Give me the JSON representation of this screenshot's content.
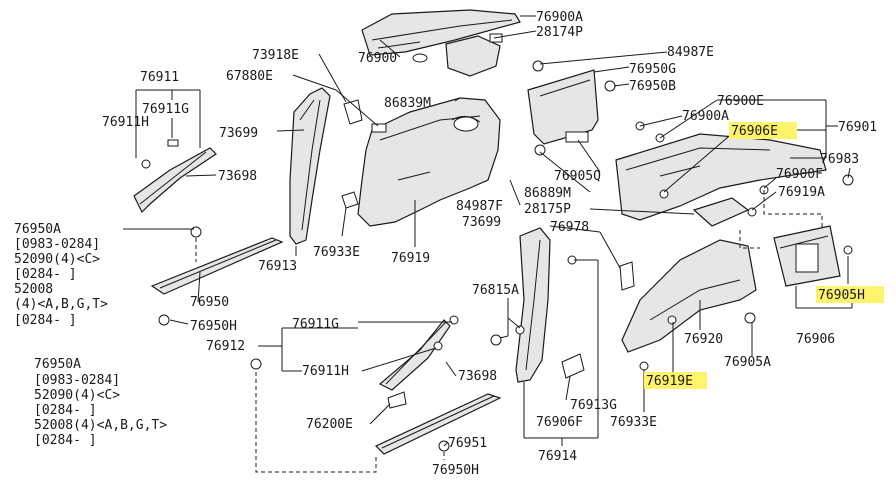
{
  "colors": {
    "highlight": "#fff36b",
    "ink": "#1a1a1a",
    "background": "#ffffff"
  },
  "labels": {
    "p76900A_top": "76900A",
    "p28174P": "28174P",
    "p73918E": "73918E",
    "p67880E": "67880E",
    "p76900": "76900",
    "p86839M": "86839M",
    "p84987E_top": "84987E",
    "p76950G": "76950G",
    "p76950B": "76950B",
    "p76911": "76911",
    "p76911G_top": "76911G",
    "p76911H_top": "76911H",
    "p73699_top": "73699",
    "p73698_top": "73698",
    "p76900E": "76900E",
    "p76900A_right": "76900A",
    "p76906E": "76906E",
    "p76901": "76901",
    "p76983": "76983",
    "p76900F": "76900F",
    "p76919A": "76919A",
    "p76905Q": "76905Q",
    "p86889M": "86889M",
    "p84987F": "84987F",
    "p28175P": "28175P",
    "p73699_mid": "73699",
    "p76978": "76978",
    "p76933E_mid": "76933E",
    "p76919": "76919",
    "p76913": "76913",
    "p76950": "76950",
    "p76950H_top": "76950H",
    "p76815A": "76815A",
    "p76911G_low": "76911G",
    "p76912": "76912",
    "p76911H_low": "76911H",
    "p73698_low": "73698",
    "p76200E": "76200E",
    "p76951": "76951",
    "p76950H_low": "76950H",
    "p76920": "76920",
    "p76905A": "76905A",
    "p76905H": "76905H",
    "p76906": "76906",
    "p76919E": "76919E",
    "p76913G": "76913G",
    "p76906F": "76906F",
    "p76933E_low": "76933E",
    "p76914": "76914"
  },
  "notes": {
    "upper": [
      "76950A",
      "[0983-0284]",
      "52090(4)<C>",
      "[0284-      ]",
      "52008",
      "(4)<A,B,G,T>",
      "[0284-      ]"
    ],
    "lower": [
      "76950A",
      "[0983-0284]",
      "52090(4)<C>",
      "[0284-      ]",
      "52008(4)<A,B,G,T>",
      "[0284-      ]"
    ]
  },
  "highlighted": [
    "p76906E",
    "p76905H",
    "p76919E"
  ]
}
